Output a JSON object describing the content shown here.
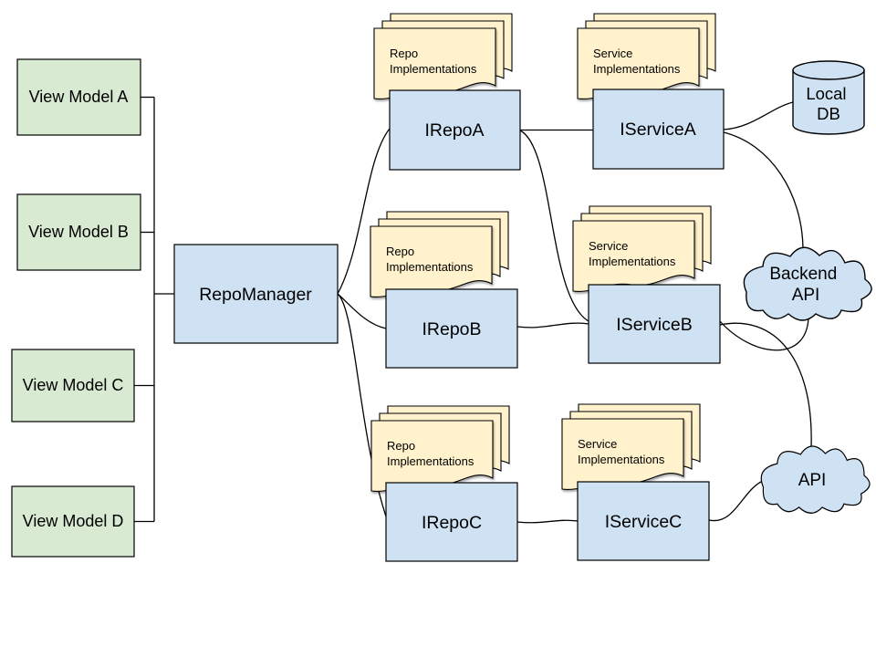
{
  "diagram": {
    "view_models": [
      {
        "label": "View Model A"
      },
      {
        "label": "View Model B"
      },
      {
        "label": "View Model C"
      },
      {
        "label": "View Model D"
      }
    ],
    "repo_manager": {
      "label": "RepoManager"
    },
    "repos": [
      {
        "label": "IRepoA",
        "stack": {
          "line1": "Repo",
          "line2": "Implementations"
        }
      },
      {
        "label": "IRepoB",
        "stack": {
          "line1": "Repo",
          "line2": "Implementations"
        }
      },
      {
        "label": "IRepoC",
        "stack": {
          "line1": "Repo",
          "line2": "Implementations"
        }
      }
    ],
    "services": [
      {
        "label": "IServiceA",
        "stack": {
          "line1": "Service",
          "line2": "Implementations"
        }
      },
      {
        "label": "IServiceB",
        "stack": {
          "line1": "Service",
          "line2": "Implementations"
        }
      },
      {
        "label": "IServiceC",
        "stack": {
          "line1": "Service",
          "line2": "Implementations"
        }
      }
    ],
    "datasources": {
      "local_db": {
        "line1": "Local",
        "line2": "DB",
        "shape": "cylinder"
      },
      "backend_api": {
        "line1": "Backend",
        "line2": "API",
        "shape": "cloud"
      },
      "api": {
        "label": "API",
        "shape": "cloud"
      }
    },
    "edges": [
      {
        "from": "View Model A",
        "to": "RepoManager"
      },
      {
        "from": "View Model B",
        "to": "RepoManager"
      },
      {
        "from": "View Model C",
        "to": "RepoManager"
      },
      {
        "from": "View Model D",
        "to": "RepoManager"
      },
      {
        "from": "RepoManager",
        "to": "IRepoA"
      },
      {
        "from": "RepoManager",
        "to": "IRepoB"
      },
      {
        "from": "RepoManager",
        "to": "IRepoC"
      },
      {
        "from": "IRepoA",
        "to": "IServiceA"
      },
      {
        "from": "IRepoA",
        "to": "IServiceB"
      },
      {
        "from": "IRepoB",
        "to": "IServiceB"
      },
      {
        "from": "IRepoC",
        "to": "IServiceC"
      },
      {
        "from": "IServiceA",
        "to": "Local DB"
      },
      {
        "from": "IServiceA",
        "to": "Backend API"
      },
      {
        "from": "IServiceB",
        "to": "Backend API"
      },
      {
        "from": "IServiceB",
        "to": "API"
      },
      {
        "from": "IServiceC",
        "to": "API"
      }
    ],
    "colors": {
      "view_model_fill": "#d9ead3",
      "interface_fill": "#cfe2f3",
      "document_fill": "#fff2cc",
      "datasource_fill": "#cfe2f3",
      "line": "#000000",
      "background": "#ffffff"
    }
  }
}
